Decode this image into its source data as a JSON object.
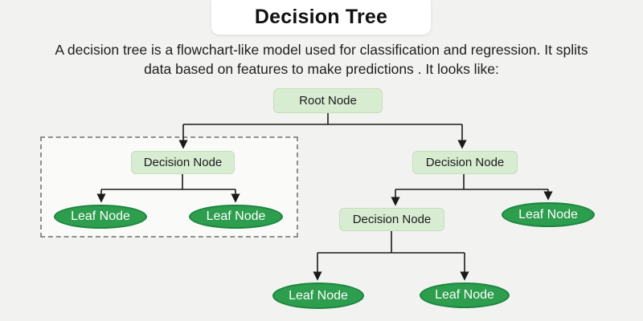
{
  "header": {
    "title": "Decision Tree"
  },
  "description": {
    "line1": "A decision tree is a flowchart-like model used for classification and regression. It splits",
    "line2": "data based on features to make predictions . It looks like:"
  },
  "tree": {
    "root": {
      "label": "Root Node"
    },
    "left_decision": {
      "label": "Decision Node"
    },
    "left_leaf_1": {
      "label": "Leaf Node"
    },
    "left_leaf_2": {
      "label": "Leaf Node"
    },
    "right_decision": {
      "label": "Decision Node"
    },
    "inner_decision": {
      "label": "Decision Node"
    },
    "right_leaf": {
      "label": "Leaf Node"
    },
    "bottom_leaf_1": {
      "label": "Leaf Node"
    },
    "bottom_leaf_2": {
      "label": "Leaf Node"
    }
  },
  "colors": {
    "background": "#f2f3f0",
    "card": "#ffffff",
    "title_text": "#111111",
    "body_text": "#1d1d1d",
    "decision_fill": "#d8ecd2",
    "decision_border": "#c3dfba",
    "node_text": "#1b1b1b",
    "leaf_fill": "#2d9d4e",
    "leaf_border": "#1d8540",
    "leaf_text": "#ffffff",
    "connector": "#1a1a1a",
    "dashed_border": "#8f8f8f"
  }
}
